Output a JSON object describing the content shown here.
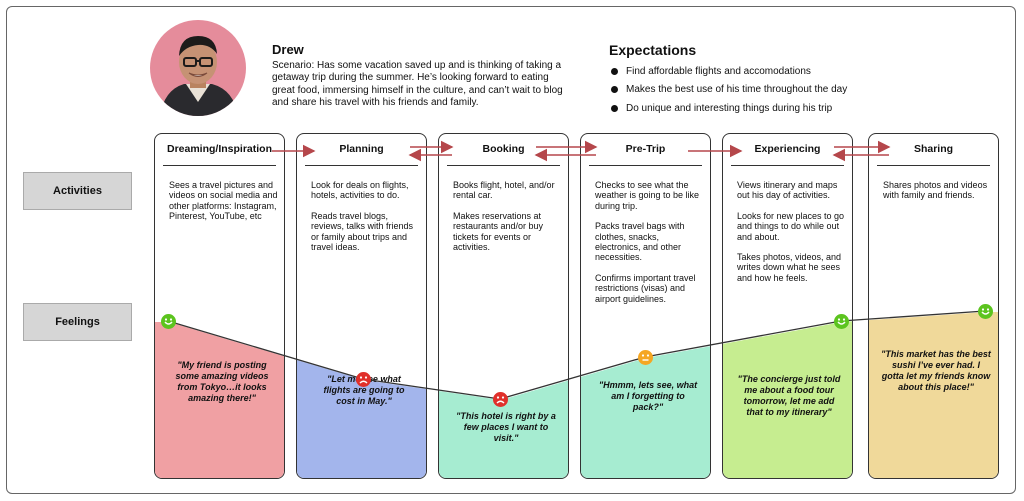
{
  "persona": {
    "name": "Drew",
    "scenario": "Scenario: Has some vacation saved up and is thinking of taking a getaway trip during the summer.  He’s looking forward to eating great food, immersing himself in the culture, and can’t wait to blog and share his travel with his friends and family."
  },
  "expectations": {
    "title": "Expectations",
    "items": [
      "Find affordable flights and accomodations",
      "Makes the best use of his time throughout the day",
      "Do unique and interesting things during his trip"
    ]
  },
  "row_labels": {
    "activities": "Activities",
    "feelings": "Feelings"
  },
  "stages": [
    {
      "name": "Dreaming/Inspiration",
      "color": "#f0a0a3",
      "mood": "happy",
      "activities": [
        "Sees a travel pictures and videos on social media and other platforms: Instagram, Pinterest, YouTube, etc"
      ],
      "quote": "\"My friend is posting some amazing videos from Tokyo…it looks amazing there!\""
    },
    {
      "name": "Planning",
      "color": "#a3b5ec",
      "mood": "sad",
      "activities": [
        "Look for deals on flights, hotels, activities to do.",
        "Reads travel blogs, reviews, talks with friends or family about trips and travel ideas."
      ],
      "quote": "\"Let me see what flights are going to cost in May.\""
    },
    {
      "name": "Booking",
      "color": "#a6ecd1",
      "mood": "sad",
      "activities": [
        "Books flight, hotel, and/or rental car.",
        "Makes reservations at restaurants and/or buy tickets for events or activities."
      ],
      "quote": "\"This hotel is right by a few places I want to visit.\""
    },
    {
      "name": "Pre-Trip",
      "color": "#a6ecd1",
      "mood": "neutral",
      "activities": [
        "Checks to see what the weather is going to be like during trip.",
        "Packs travel bags with clothes, snacks, electronics, and other necessities.",
        "Confirms important travel restrictions (visas) and airport guidelines."
      ],
      "quote": "\"Hmmm, lets see, what am I forgetting to pack?\""
    },
    {
      "name": "Experiencing",
      "color": "#c6ed90",
      "mood": "happy",
      "activities": [
        "Views itinerary and maps out his day of activities.",
        "Looks for new places to go and things to do while out and about.",
        "Takes photos, videos, and writes down what he sees and how he feels."
      ],
      "quote": "\"The concierge just told me about a food tour tomorrow, let me add that to my itinerary\""
    },
    {
      "name": "Sharing",
      "color": "#f0d99a",
      "mood": "happy",
      "activities": [
        "Shares photos and videos with family and friends."
      ],
      "quote": "\"This market has the best sushi I’ve ever had.  I gotta let my friends know about this place!\""
    }
  ],
  "colors": {
    "arrow": "#b5474b",
    "happy": "#5cc41f",
    "sad": "#e0302b",
    "neutral": "#f5a623"
  }
}
